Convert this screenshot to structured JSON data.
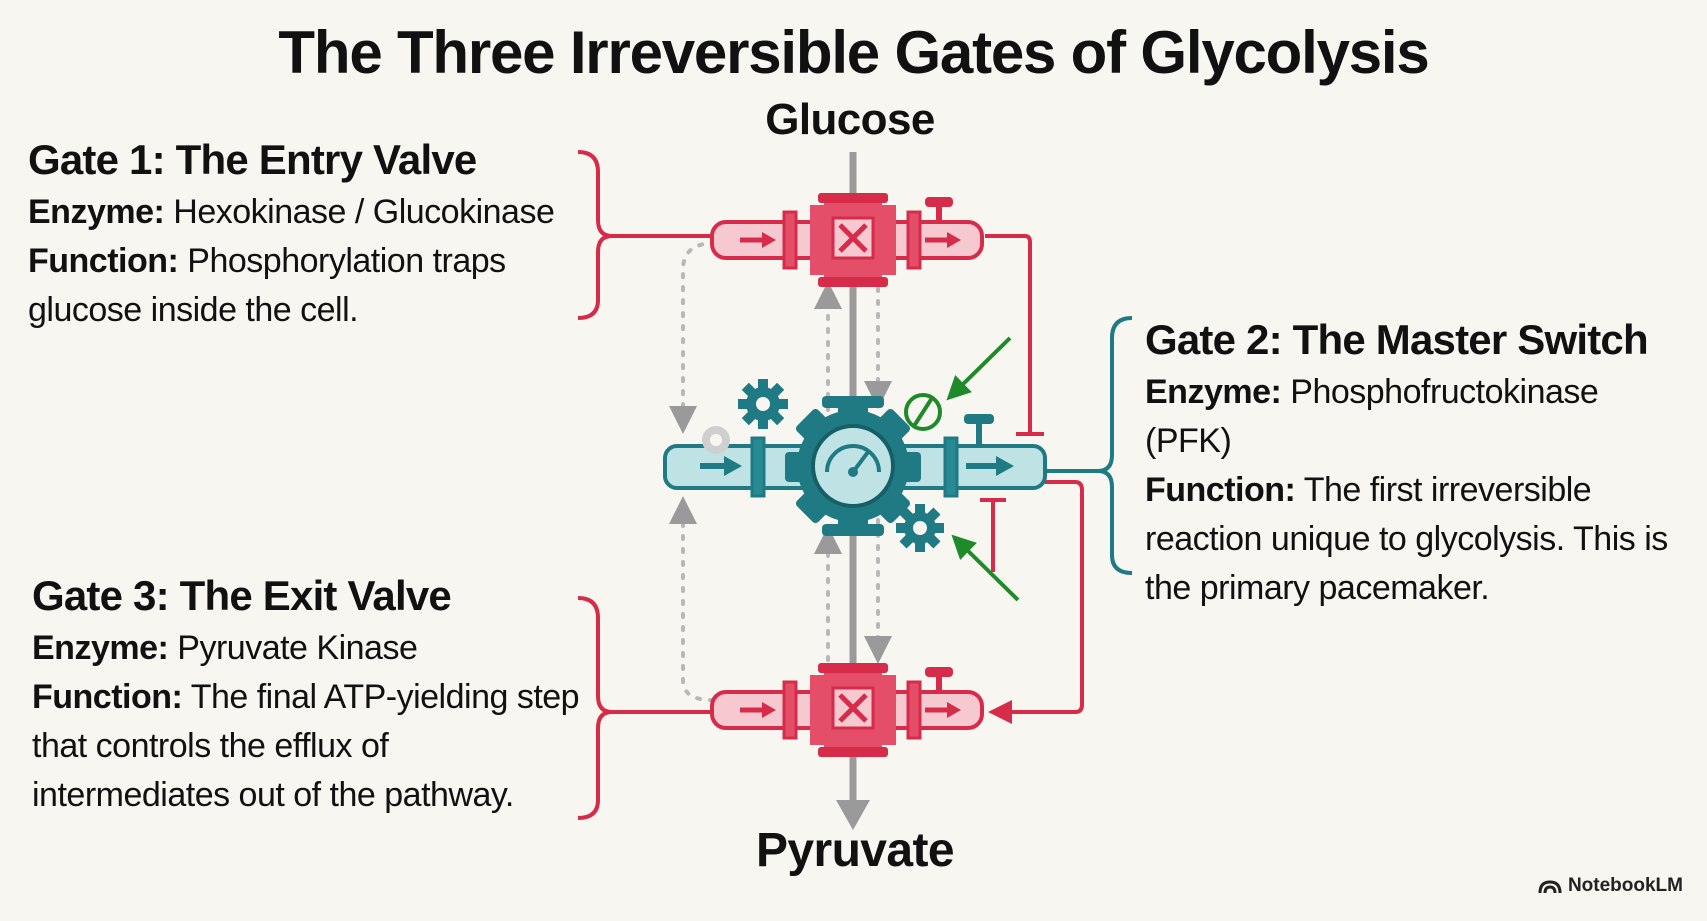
{
  "title": "The Three Irreversible Gates of Glycolysis",
  "nodes": {
    "start": "Glucose",
    "end": "Pyruvate"
  },
  "gates": [
    {
      "title": "Gate 1: The Entry Valve",
      "enzyme_label": "Enzyme:",
      "enzyme": "Hexokinase / Glucokinase",
      "function_label": "Function:",
      "function_text": "Phosphorylation traps glucose inside the cell.",
      "color": "#d62c4a"
    },
    {
      "title": "Gate 2: The Master Switch",
      "enzyme_label": "Enzyme:",
      "enzyme": "Phosphofructokinase (PFK)",
      "function_label": "Function:",
      "function_text": "The first irreversible reaction unique to glycolysis. This is the primary pacemaker.",
      "color": "#1f7a84"
    },
    {
      "title": "Gate 3: The Exit Valve",
      "enzyme_label": "Enzyme:",
      "enzyme": "Pyruvate Kinase",
      "function_label": "Function:",
      "function_text": "The final ATP-yielding step that controls the efflux of intermediates out of the pathway.",
      "color": "#d62c4a"
    }
  ],
  "brand": "NotebookLM",
  "colors": {
    "background": "#f7f6f1",
    "red": "#d62c4a",
    "teal": "#1f7a84",
    "green": "#1e8a2a",
    "grey": "#9a9a9a"
  }
}
